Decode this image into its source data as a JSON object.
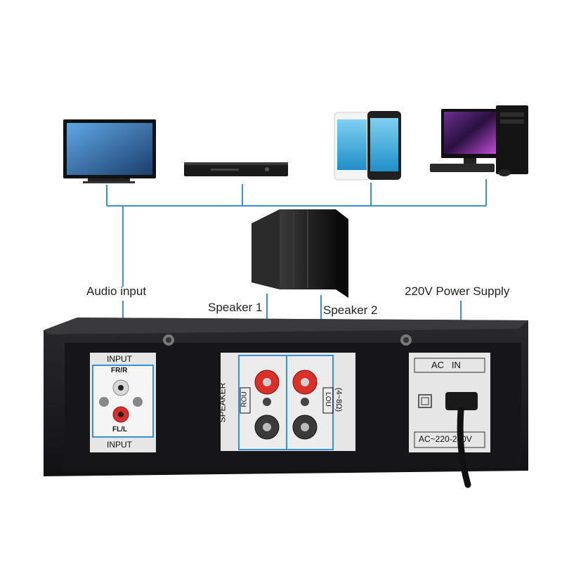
{
  "labels": {
    "audio_input": "Audio input",
    "speaker1": "Speaker 1",
    "speaker2": "Speaker 2",
    "power_supply": "220V Power Supply"
  },
  "panel": {
    "input_top": "INPUT",
    "input_bottom": "INPUT",
    "fr": "FR/R",
    "fl": "FL/L",
    "speaker": "SPEAKER",
    "rou": "ROU",
    "lou": "LOU",
    "impedance": "(4~8Ω)",
    "ac_in": "AC   IN",
    "ac_range": "AC~220-240V"
  },
  "devices": [
    "tv-icon",
    "dvd-player-icon",
    "smartphones-icon",
    "desktop-computer-icon",
    "speaker-cabinet-icon",
    "power-cord-icon"
  ],
  "colors": {
    "connector_line": "#3a8fd8",
    "amp_body": "#1c1c1e",
    "terminal_red": "#d9302a"
  }
}
